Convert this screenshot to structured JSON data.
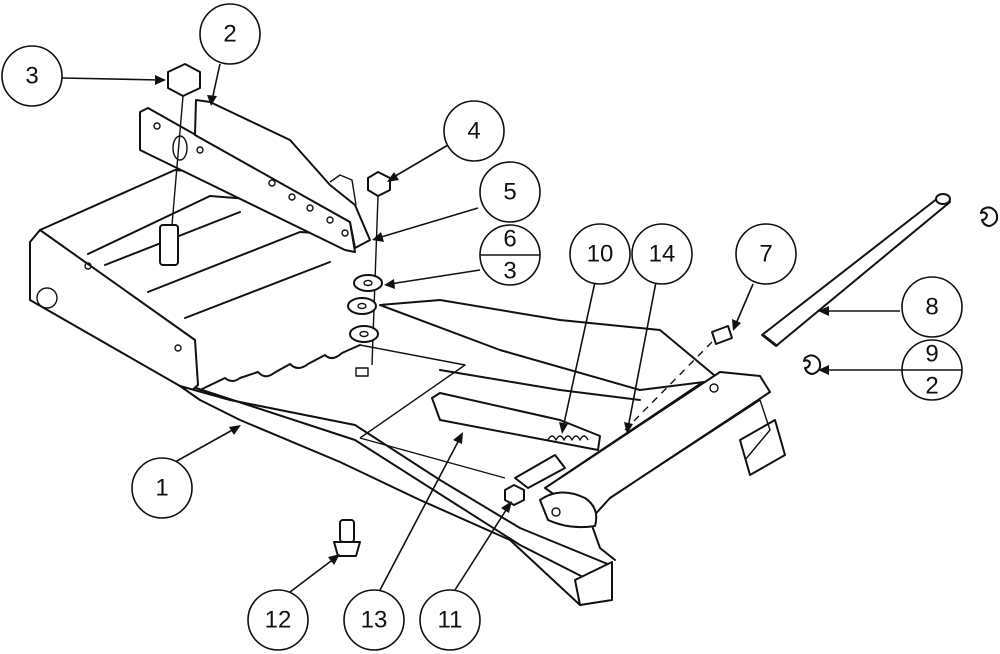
{
  "callouts": [
    {
      "id": "c1",
      "label": "1"
    },
    {
      "id": "c2",
      "label": "2"
    },
    {
      "id": "c3",
      "label": "3"
    },
    {
      "id": "c4",
      "label": "4"
    },
    {
      "id": "c5",
      "label": "5"
    },
    {
      "id": "c6",
      "top": "6",
      "bottom": "3"
    },
    {
      "id": "c7",
      "label": "7"
    },
    {
      "id": "c8",
      "label": "8"
    },
    {
      "id": "c9",
      "top": "9",
      "bottom": "2"
    },
    {
      "id": "c10",
      "label": "10"
    },
    {
      "id": "c11",
      "label": "11"
    },
    {
      "id": "c12",
      "label": "12"
    },
    {
      "id": "c13",
      "label": "13"
    },
    {
      "id": "c14",
      "label": "14"
    }
  ]
}
